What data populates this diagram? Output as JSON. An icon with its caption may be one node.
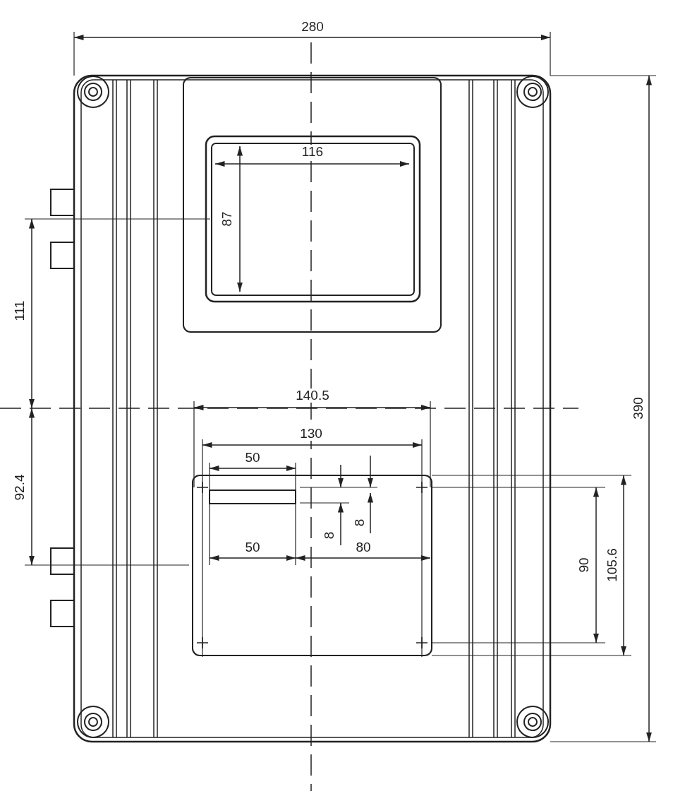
{
  "diagram": {
    "labels": [
      "280",
      "116",
      "87",
      "111",
      "390",
      "140.5",
      "130",
      "50",
      "92.4",
      "8",
      "8",
      "50",
      "80",
      "90",
      "105.6"
    ]
  }
}
